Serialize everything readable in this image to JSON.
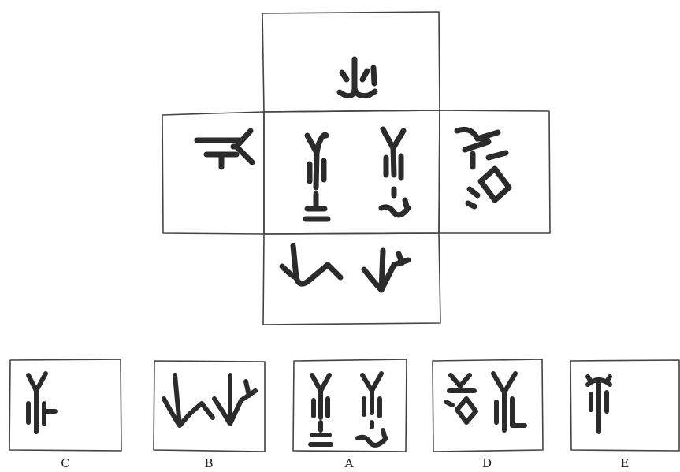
{
  "options": [
    {
      "label": "C"
    },
    {
      "label": "B"
    },
    {
      "label": "A"
    },
    {
      "label": "D"
    },
    {
      "label": "E"
    }
  ],
  "colors": {
    "ink": "#2b2b2b",
    "line": "#444444",
    "background": "#ffffff"
  }
}
